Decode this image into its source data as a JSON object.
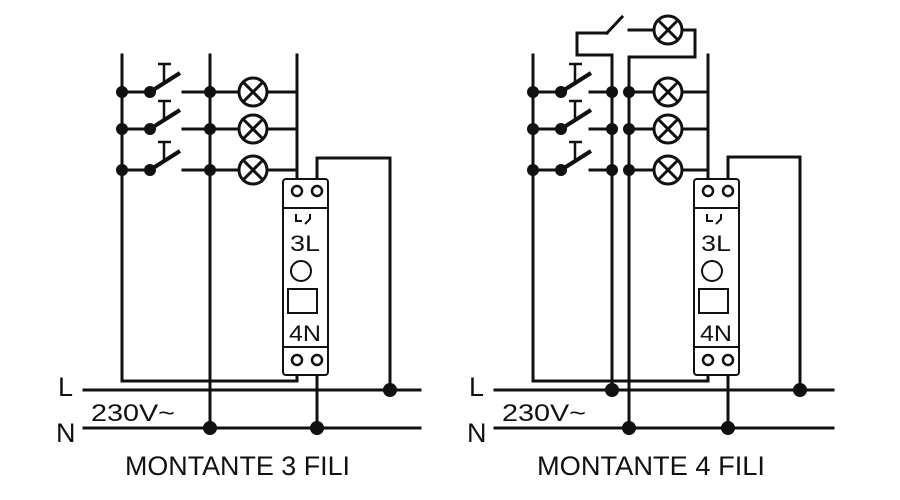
{
  "diagrams": [
    {
      "title": "MONTANTE 3 FILI",
      "line_label": "L",
      "neutral_label": "N",
      "voltage": "230V~",
      "module_top_label": "3L",
      "module_bottom_label": "4N"
    },
    {
      "title": "MONTANTE 4 FILI",
      "line_label": "L",
      "neutral_label": "N",
      "voltage": "230V~",
      "module_top_label": "3L",
      "module_bottom_label": "4N"
    }
  ],
  "colors": {
    "ink": "#111111",
    "background": "#ffffff"
  }
}
